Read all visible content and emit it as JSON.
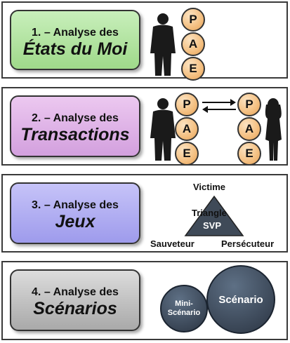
{
  "panels": [
    {
      "line1": "1. – Analyse des",
      "line2": "États du Moi",
      "color": "#a8df96"
    },
    {
      "line1": "2. – Analyse des",
      "line2": "Transactions",
      "color": "#dcaee6"
    },
    {
      "line1": "3. – Analyse des",
      "line2": "Jeux",
      "color": "#a8a6f0"
    },
    {
      "line1": "4. – Analyse des",
      "line2": "Scénarios",
      "color": "#c2c2c2"
    }
  ],
  "ego_states": [
    "P",
    "A",
    "E"
  ],
  "triangle": {
    "top": "Victime",
    "left": "Sauveteur",
    "right": "Persécuteur",
    "center_line1": "Triangle",
    "center_line2": "SVP"
  },
  "scenarios": {
    "small": "Mini-Scénario",
    "large": "Scénario"
  },
  "icons": [
    "person-silhouette-icon",
    "woman-silhouette-icon",
    "double-arrow-icon"
  ]
}
